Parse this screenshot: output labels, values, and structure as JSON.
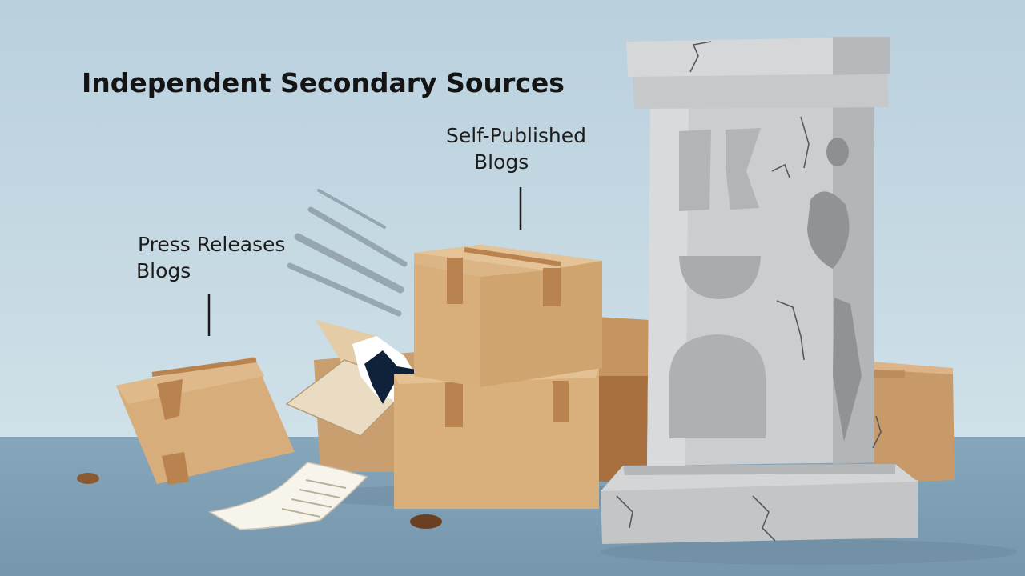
{
  "title": "Independent Secondary Sources",
  "labels": {
    "left": {
      "line1": "Press Releases",
      "line2": "Blogs"
    },
    "right": {
      "line1": "Self-Published",
      "line2": "Blogs"
    }
  },
  "colors": {
    "sky": "#c3d7e2",
    "ground": "#7f9fb5",
    "cardboard": "#d7b07e",
    "stone": "#c9cbcc"
  }
}
